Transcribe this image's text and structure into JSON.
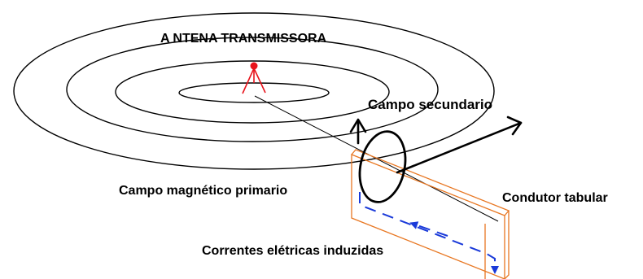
{
  "labels": {
    "antenna": "A NTENA TRANSMISSORA",
    "secondary_field": "Campo  secundario",
    "primary_field": "Campo magnético primario",
    "conductor": "Condutor tabular",
    "induced_currents": "Correntes elétricas induzidas"
  },
  "colors": {
    "field_lines": "#000000",
    "antenna": "#e8141c",
    "conductor_outline": "#e87722",
    "induced_current": "#1a3ad9",
    "background": "#ffffff"
  },
  "icons": {
    "antenna": "transmitting-antenna-icon"
  }
}
